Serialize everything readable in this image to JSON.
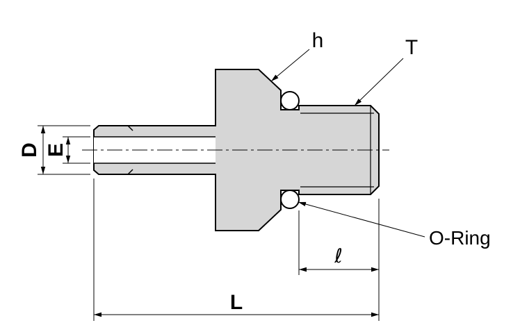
{
  "colors": {
    "line": "#000000",
    "body_fill": "#d6d6d6",
    "bore_fill": "#ffffff",
    "background": "#ffffff"
  },
  "labels": {
    "D": "D",
    "E": "E",
    "L": "L",
    "l": "ℓ",
    "h": "h",
    "T": "T",
    "o_ring": "O-Ring"
  }
}
